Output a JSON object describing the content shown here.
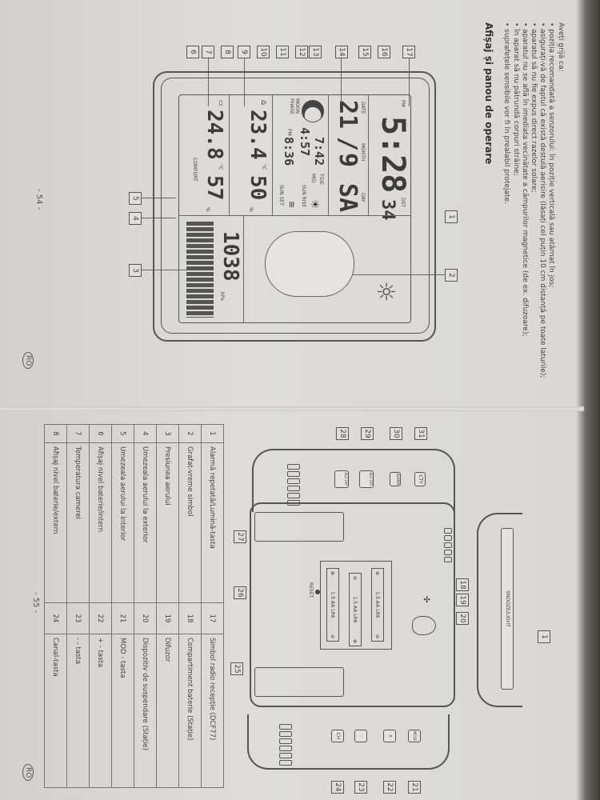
{
  "left_page": {
    "intro": "Aveți grijă ca:",
    "bullets": [
      "poziția recomandată a senzorului: în poziție verticală sau atârnat în jos;",
      "asigurați-vă de faptul că există destulă aerisire (lăsați cel puțin 10 cm distanță pe toate laturile);",
      "aparatul să nu fie expus direct razelor solare;",
      "aparatul nu se află în imediata vecinătate a câmpurilor magnetice (de ex. difuzoare);",
      "în aparat să nu pătrundă corpuri străine;",
      "suprafețele sensibile vor fi în prealabil protejate."
    ],
    "heading": "Afișaj și panou de operare",
    "page_number": "- 54 -",
    "lang": "RO"
  },
  "display": {
    "pm": "PM",
    "time": "5:28",
    "seconds": "34",
    "dst": "DST",
    "date": "21",
    "month": "9",
    "day": "SA",
    "date_label": "DATE",
    "month_label": "MONTH",
    "day_label": "DAY",
    "moon_phase": "MOON PHASE",
    "tide_time": "7:42",
    "tide_label": "TIDE",
    "tide_level": "MID",
    "sunrise": "4:57",
    "sunrise_label": "SUN RISE",
    "sunset": "8:36",
    "sunset_label": "SUN SET",
    "pm_small": "PM",
    "indoor_temp": "23.4",
    "indoor_hum": "50",
    "outdoor_temp": "24.8",
    "outdoor_hum": "57",
    "temp_unit": "°C",
    "hum_unit": "%",
    "comfort": "COMFORT",
    "pressure": "1038",
    "pressure_unit": "hPa"
  },
  "front_callouts": [
    "17",
    "16",
    "15",
    "14",
    "13",
    "12",
    "11",
    "10",
    "9",
    "8",
    "7",
    "6"
  ],
  "top_callouts": [
    "1",
    "2"
  ],
  "bottom_callouts": [
    "5",
    "4",
    "3"
  ],
  "table": [
    {
      "n1": "1",
      "d1": "Alarmă repetată/Lumină-tasta",
      "n2": "17",
      "d2": "Simbol radio recepție (DCF77)"
    },
    {
      "n1": "2",
      "d1": "Grafat-vreme simbol",
      "n2": "18",
      "d2": "Compartiment baterie (Stație)"
    },
    {
      "n1": "3",
      "d1": "Presiunea aerului",
      "n2": "19",
      "d2": "Difuzor"
    },
    {
      "n1": "4",
      "d1": "Umezeala aerului la exterior",
      "n2": "20",
      "d2": "Dispozitiv de suspendare (Stație)"
    },
    {
      "n1": "5",
      "d1": "Umezeala aerului la interior",
      "n2": "21",
      "d2": "MOD - tasta"
    },
    {
      "n1": "6",
      "d1": "Afișaj nivel baterie/intern",
      "n2": "22",
      "d2": "+ - tasta"
    },
    {
      "n1": "7",
      "d1": "Temperatura camerei",
      "n2": "23",
      "d2": "- - tasta"
    },
    {
      "n1": "8",
      "d1": "Afișaj nivel baterie/extern",
      "n2": "24",
      "d2": "Canal-tasta"
    }
  ],
  "back": {
    "snooze": "SNOOZE/LIGHT",
    "reset": "RESET",
    "battery": "1.5 AA LR6",
    "side_left_buttons": [
      "CTY",
      "ALARM",
      "AL1 OFF",
      "AL2 OFF"
    ],
    "side_right_buttons": [
      "MODE",
      "+",
      "-",
      "CH"
    ],
    "callouts": {
      "c1": "1",
      "c18": "18",
      "c19": "19",
      "c20": "20",
      "c21": "21",
      "c22": "22",
      "c23": "23",
      "c24": "24",
      "c25": "25",
      "c26": "26",
      "c27": "27",
      "c28": "28",
      "c29": "29",
      "c30": "30",
      "c31": "31"
    }
  },
  "right_page": {
    "page_number": "- 55 -",
    "lang": "RO"
  }
}
